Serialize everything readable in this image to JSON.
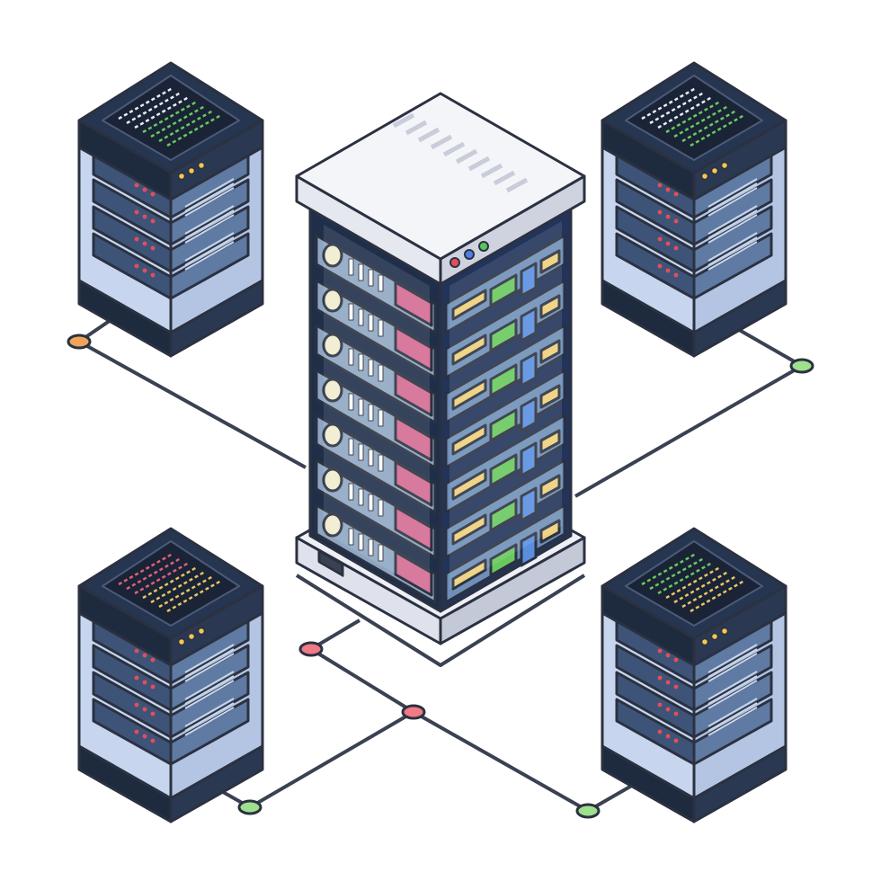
{
  "palette": {
    "outline": "#2b3140",
    "rack_front": "#1f2f4a",
    "rack_front_glass": "#9ab3cf",
    "rack_side_glass": "#7f9dbb",
    "rack_top": "#f1f2f7",
    "rack_top_shade": "#cfd3e0",
    "slot_pink": "#d46a94",
    "slot_green": "#69c95f",
    "slot_yellow": "#efd07a",
    "slot_blue": "#5a8fe0",
    "disc": "#f0edd0",
    "unit_dark": "#1e2a3e",
    "unit_mid": "#3d5478",
    "unit_light": "#5f7aa3",
    "unit_glass": "#c7d6ee",
    "node_orange": "#f0a45a",
    "node_green": "#9fe08f",
    "node_red": "#f07a85",
    "led_yellow": "#f5c653",
    "led_red": "#e84b5a",
    "led_blue": "#4b80e8",
    "led_green": "#57c75d",
    "code_white": "#e9edf5",
    "code_green": "#69c95f",
    "code_red": "#e0607a",
    "code_yellow": "#e8c464"
  },
  "main_rack": {
    "name": "central-server-rack",
    "top_leds": [
      "led_red",
      "led_blue",
      "led_green"
    ],
    "slots": 7
  },
  "units": [
    {
      "name": "server-unit-top-left",
      "screen_code": [
        "code_white",
        "code_green"
      ]
    },
    {
      "name": "server-unit-top-right",
      "screen_code": [
        "code_white",
        "code_green"
      ]
    },
    {
      "name": "server-unit-bottom-left",
      "screen_code": [
        "code_red",
        "code_yellow"
      ]
    },
    {
      "name": "server-unit-bottom-right",
      "screen_code": [
        "code_green",
        "code_yellow"
      ]
    }
  ],
  "nodes": [
    {
      "name": "node-left",
      "color": "node_orange"
    },
    {
      "name": "node-right",
      "color": "node_green"
    },
    {
      "name": "node-center-left",
      "color": "node_red"
    },
    {
      "name": "node-center",
      "color": "node_red"
    },
    {
      "name": "node-bottom-left",
      "color": "node_green"
    },
    {
      "name": "node-bottom-right",
      "color": "node_green"
    }
  ]
}
